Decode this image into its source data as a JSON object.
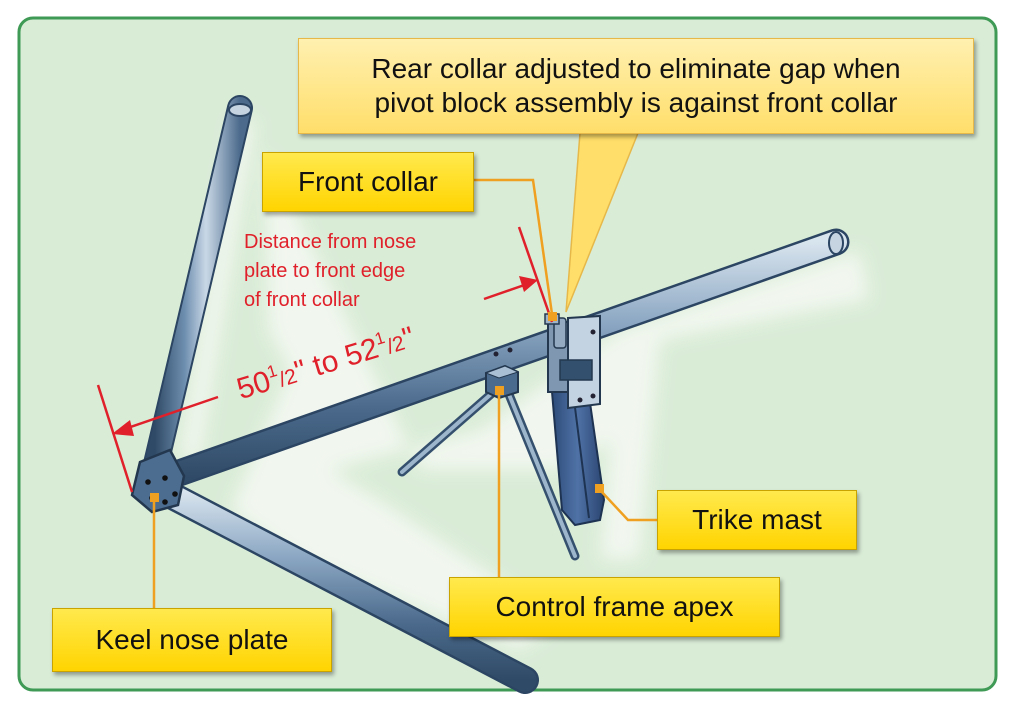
{
  "callouts": {
    "rear_collar": {
      "line1": "Rear collar adjusted to eliminate gap when",
      "line2": "pivot block assembly is against front collar"
    },
    "front_collar": "Front collar",
    "trike_mast": "Trike mast",
    "control_frame_apex": "Control frame apex",
    "keel_nose_plate": "Keel nose plate"
  },
  "measurement": {
    "description_lines": [
      "Distance from nose",
      "plate to front edge",
      "of front collar"
    ],
    "range": {
      "low_whole": "50",
      "low_num": "1",
      "low_den": "2",
      "to": " to ",
      "high_whole": "52",
      "high_num": "1",
      "high_den": "2",
      "inch_mark": "\""
    }
  },
  "colors": {
    "background": "#d9ecd6",
    "frame_border": "#3e9a55",
    "tube_metal": "#5f7ea0",
    "callout_fill": "#ffe000",
    "leader_line": "#f0a020",
    "measure_red": "#e0202a"
  }
}
